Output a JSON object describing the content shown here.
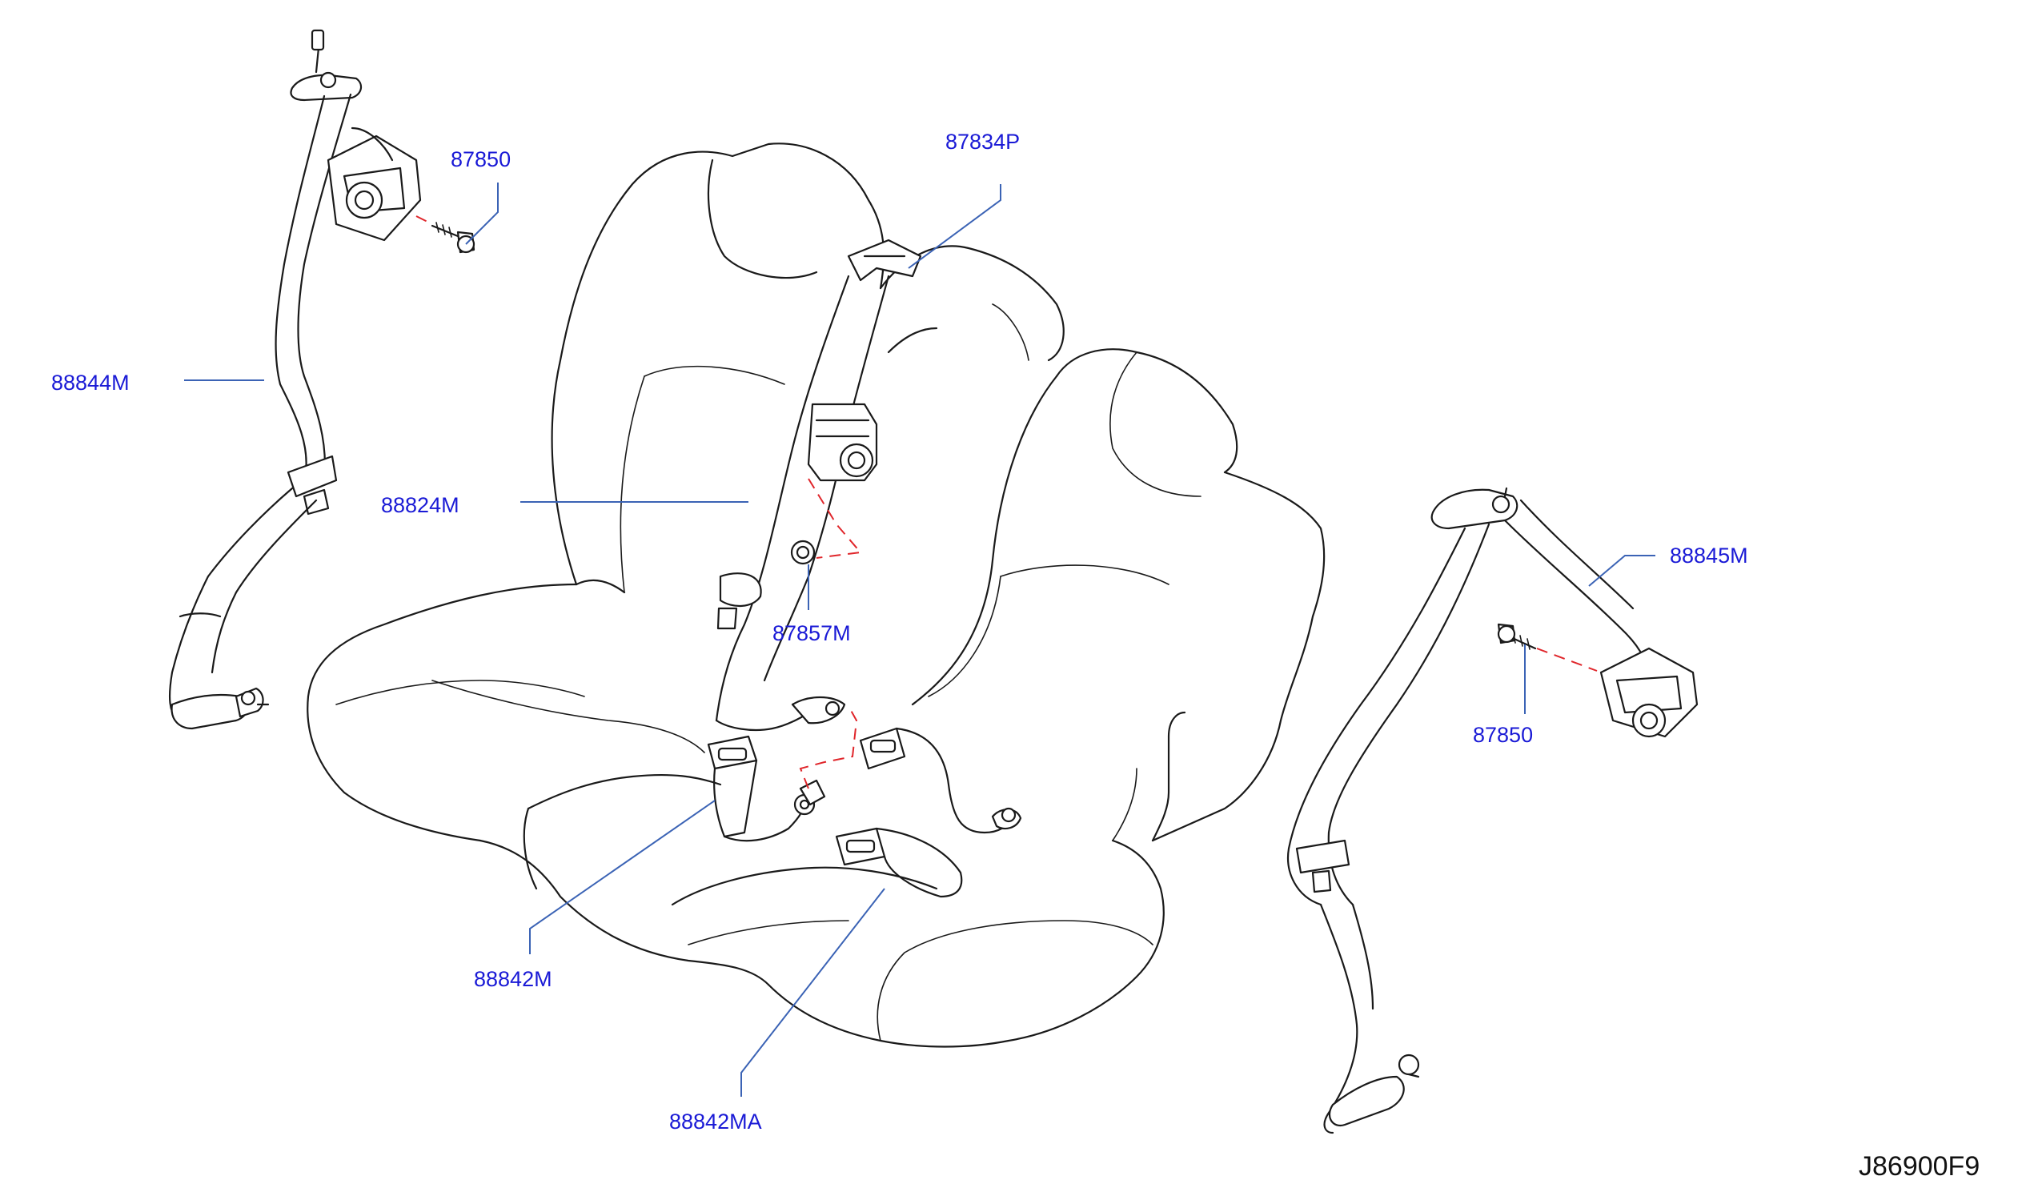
{
  "diagram": {
    "reference_code": "J86900F9",
    "callouts": [
      {
        "id": "87850_left",
        "label": "87850"
      },
      {
        "id": "88844M",
        "label": "88844M"
      },
      {
        "id": "87834P",
        "label": "87834P"
      },
      {
        "id": "88824M",
        "label": "88824M"
      },
      {
        "id": "87857M",
        "label": "87857M"
      },
      {
        "id": "88845M",
        "label": "88845M"
      },
      {
        "id": "87850_right",
        "label": "87850"
      },
      {
        "id": "88842M",
        "label": "88842M"
      },
      {
        "id": "88842MA",
        "label": "88842MA"
      }
    ]
  },
  "colors": {
    "label_text": "#1a1ad6",
    "leader_line": "#3b63b5",
    "dashed_guide": "#e0262b",
    "line_art": "#1a1a1a",
    "background": "#ffffff"
  }
}
